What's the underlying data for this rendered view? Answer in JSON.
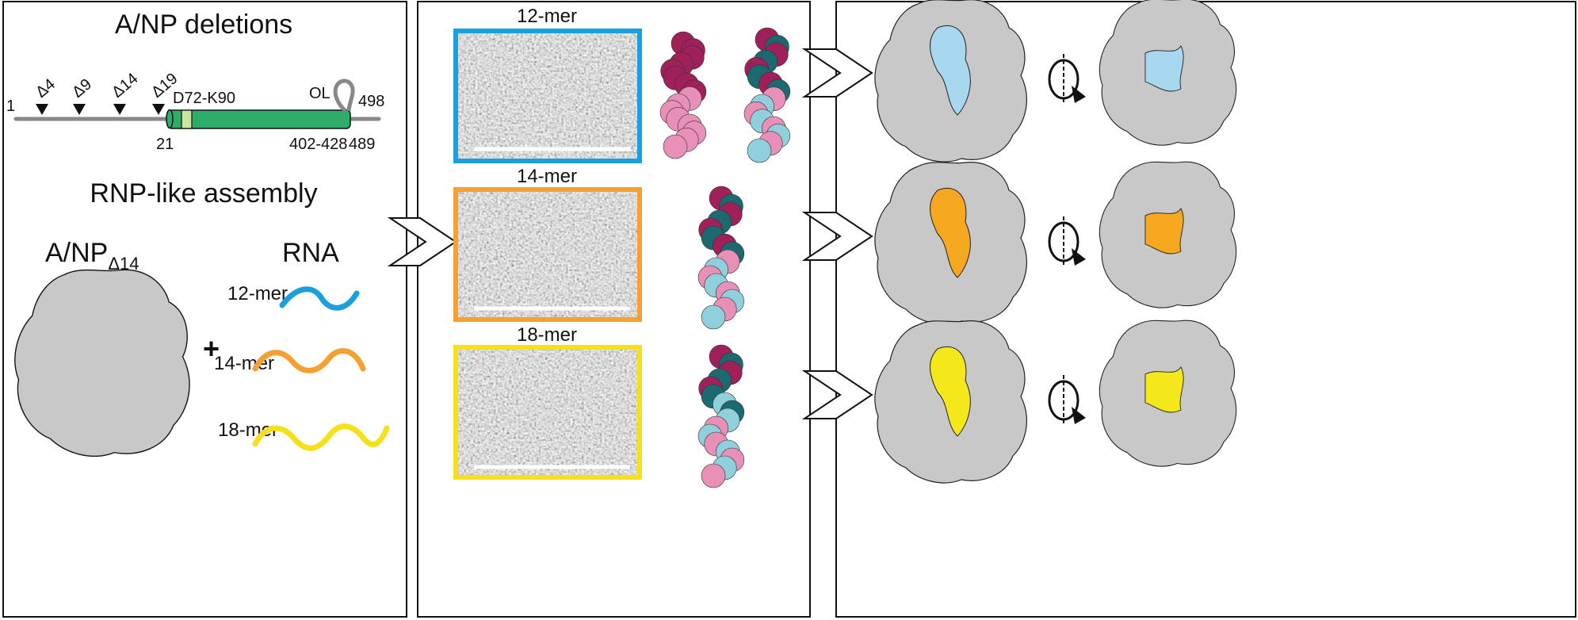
{
  "panel_a": {
    "title": "A/NP deletions",
    "deletions": [
      "Δ4",
      "Δ9",
      "Δ14",
      "Δ19"
    ],
    "start_label": "1",
    "end_label": "498",
    "region_label": "D72-K90",
    "loop_label": "OL",
    "pos_21": "21",
    "pos_loop": "402-428",
    "pos_489": "489",
    "subtitle": "RNP-like assembly",
    "protein_label": "A/NP",
    "protein_sub": "Δ14",
    "rna_label": "RNA",
    "plus": "+",
    "rnas": [
      {
        "label": "12-mer",
        "color": "#1aa0dc"
      },
      {
        "label": "14-mer",
        "color": "#f5a030"
      },
      {
        "label": "18-mer",
        "color": "#f5e01a"
      }
    ]
  },
  "panel_b": {
    "rows": [
      {
        "label": "12-mer",
        "color": "#1aa0dc"
      },
      {
        "label": "14-mer",
        "color": "#f5a030"
      },
      {
        "label": "18-mer",
        "color": "#f5e01a"
      }
    ]
  },
  "colors": {
    "green": "#2ead6a",
    "light_green": "#c8e6a0",
    "grey": "#c8c8c8",
    "magenta": "#a0205a",
    "pink": "#e890b8",
    "teal": "#1a6a70",
    "cyan": "#90d0dc"
  }
}
